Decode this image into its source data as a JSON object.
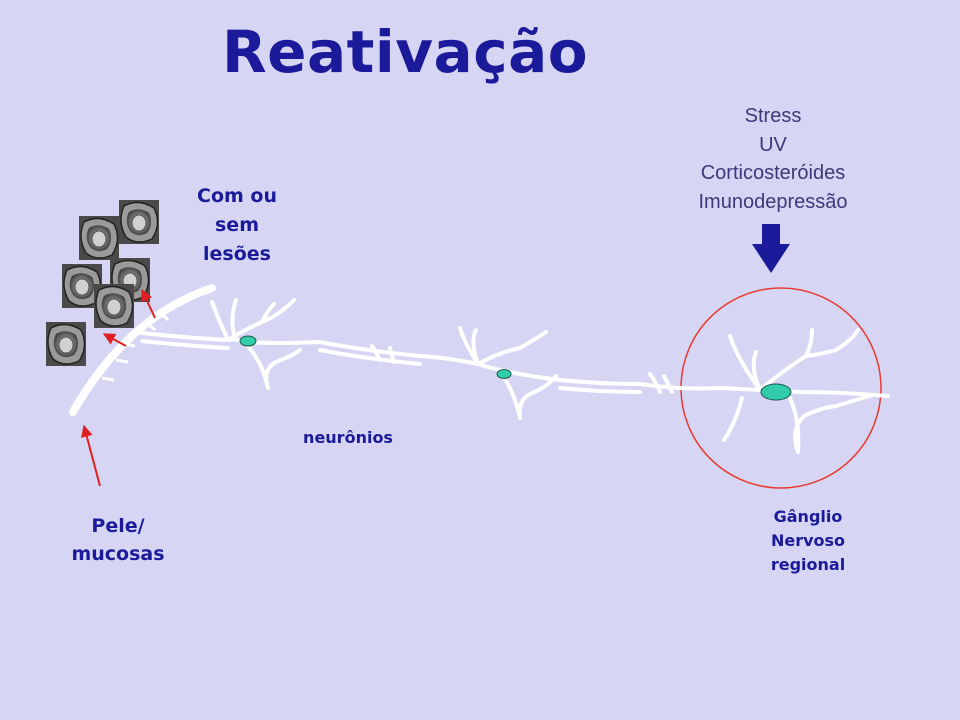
{
  "title": "Reativação",
  "stimuli": [
    "Stress",
    "UV",
    "Corticosteróides",
    "Imunodepressão"
  ],
  "labels": {
    "lesoes": [
      "Com ou",
      "sem",
      "lesões"
    ],
    "neuronios": "neurônios",
    "pele": [
      "Pele/",
      "mucosas"
    ],
    "ganglio": [
      "Gânglio",
      "Nervoso",
      "regional"
    ]
  },
  "colors": {
    "background": "#d6d6f4",
    "title": "#1a1a9a",
    "arrow_down": "#1a1a9a",
    "pointer_arrows": "#e02020",
    "ganglion_circle": "#e83b2f",
    "nucleus": "#33ccaa",
    "neuron": "#ffffff"
  }
}
